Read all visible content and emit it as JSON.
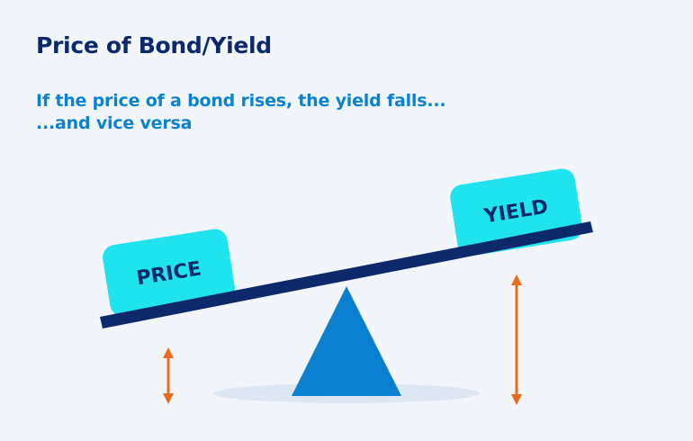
{
  "header": {
    "title": "Price of Bond/Yield",
    "subtitle_line1": "If the price of a bond rises, the yield falls...",
    "subtitle_line2": "...and vice versa"
  },
  "seesaw": {
    "left_block_label": "PRICE",
    "right_block_label": "YIELD"
  },
  "colors": {
    "background": "#f2f6fb",
    "title": "#0c2a6b",
    "subtitle": "#0a82d0",
    "beam": "#0c2a6b",
    "block": "#1fe3ee",
    "fulcrum": "#0a7fd0",
    "shadow": "#dde7f2",
    "arrow": "#ec6a1c"
  }
}
